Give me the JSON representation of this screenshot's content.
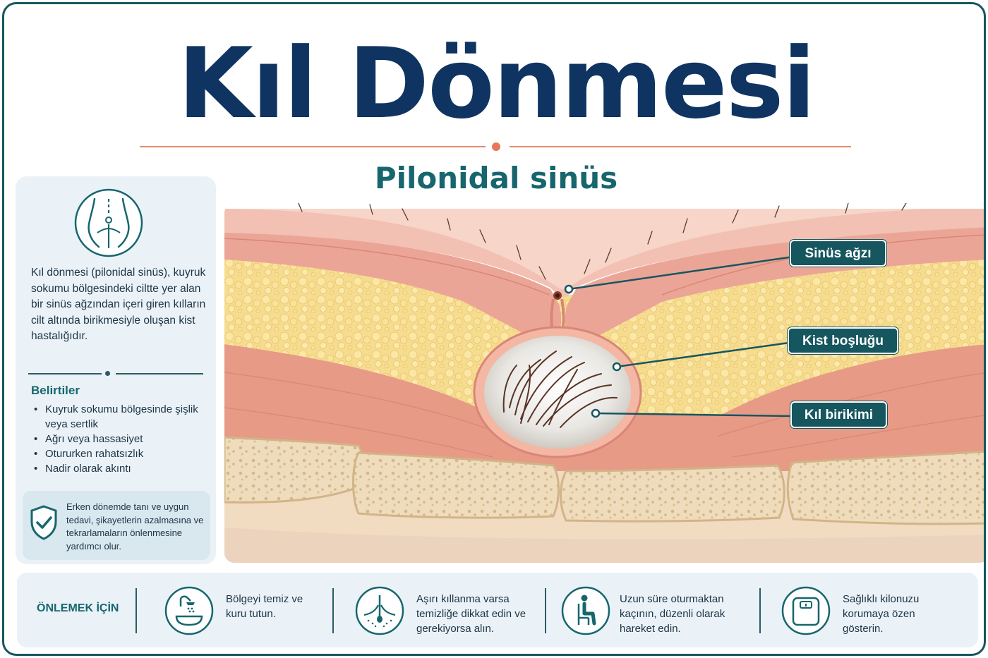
{
  "header": {
    "title": "Kıl Dönmesi",
    "subtitle": "Pilonidal sinüs"
  },
  "info_panel": {
    "icon": "lower-back-body-icon",
    "intro": "Kıl dönmesi (pilonidal sinüs), kuyruk sokumu bölgesindeki ciltte yer alan bir sinüs ağzından içeri giren kılların cilt altında birikmesiyle oluşan kist hastalığıdır.",
    "symptoms_title": "Belirtiler",
    "symptoms": [
      "Kuyruk sokumu bölgesinde şişlik veya sertlik",
      "Ağrı veya hassasiyet",
      "Otururken rahatsızlık",
      "Nadir olarak akıntı"
    ],
    "note_icon": "shield-check-icon",
    "note": "Erken dönemde tanı ve uygun tedavi, şikayetlerin azalmasına ve tekrarlamaların önlenmesine yardımcı olur."
  },
  "diagram": {
    "labels": [
      {
        "id": "sinus-mouth",
        "text": "Sinüs ağzı"
      },
      {
        "id": "cyst-cavity",
        "text": "Kist boşluğu"
      },
      {
        "id": "hair-accumulation",
        "text": "Kıl birikimi"
      }
    ]
  },
  "prevention": {
    "label": "ÖNLEMEK İÇİN",
    "tips": [
      {
        "icon": "shower-icon",
        "text": "Bölgeyi temiz ve kuru tutun."
      },
      {
        "icon": "hair-follicle-icon",
        "text": "Aşırı kıllanma varsa temizliğe dikkat edin ve gerekiyorsa alın."
      },
      {
        "icon": "sitting-person-icon",
        "text": "Uzun süre oturmaktan kaçının, düzenli olarak hareket edin."
      },
      {
        "icon": "scale-icon",
        "text": "Sağlıklı kilonuzu korumaya özen gösterin."
      }
    ]
  },
  "colors": {
    "title": "#0f3461",
    "accent": "#17666e",
    "callout": "#16565f",
    "panel": "#eaf2f7"
  }
}
